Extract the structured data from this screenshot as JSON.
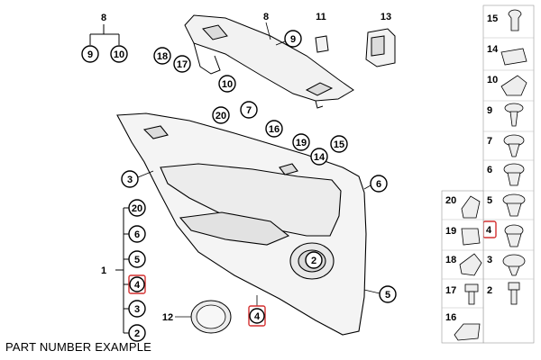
{
  "caption": "PART NUMBER EXAMPLE",
  "colors": {
    "highlight": "#d32f2f",
    "line": "#000000",
    "part_fill": "#f2f2f2"
  },
  "callouts": {
    "top_8": "8",
    "top_9": "9",
    "top_10": "10",
    "panel_8": "8",
    "panel_9": "9",
    "panel_11": "11",
    "panel_13": "13",
    "c18": "18",
    "c17": "17",
    "c10": "10",
    "c20": "20",
    "c7": "7",
    "c16": "16",
    "c19": "19",
    "c14": "14",
    "c15": "15",
    "c3": "3",
    "c6": "6",
    "c2": "2",
    "c5": "5",
    "c12": "12",
    "c4_bottom": "4",
    "c1": "1"
  },
  "left_stack": [
    "20",
    "6",
    "5",
    "4",
    "3",
    "2"
  ],
  "right_col": [
    "15",
    "14",
    "10",
    "9",
    "7",
    "6",
    "5",
    "4",
    "3",
    "2"
  ],
  "mid_col": [
    "20",
    "19",
    "18",
    "17",
    "16"
  ]
}
